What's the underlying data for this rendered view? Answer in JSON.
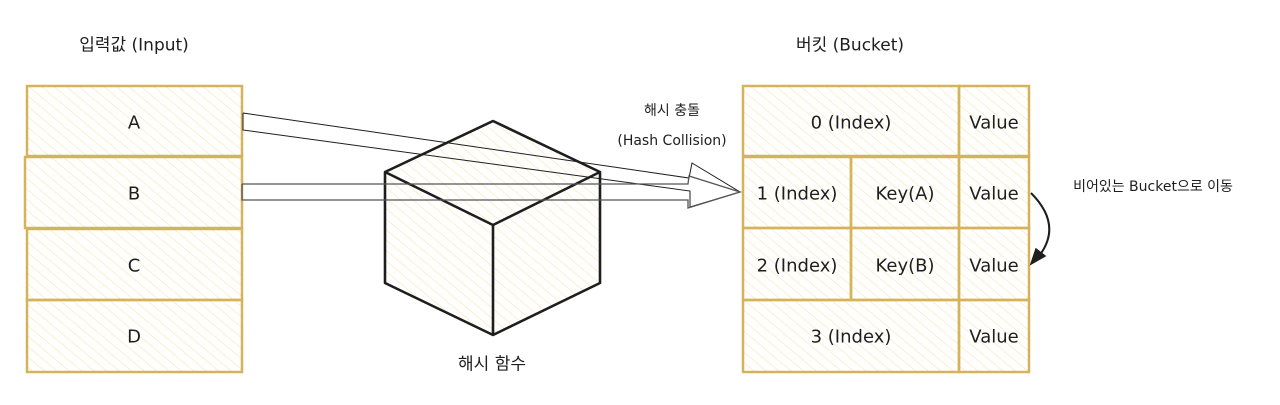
{
  "colors": {
    "cell_stroke": "#d4b35a",
    "cell_hatch": "#fbe8b8",
    "ink": "#1e1e1e",
    "arrow": "#555555"
  },
  "input": {
    "title": "입력값 (Input)",
    "items": [
      "A",
      "B",
      "C",
      "D"
    ]
  },
  "hash_function": {
    "label": "해시 함수",
    "icon": "cube-icon"
  },
  "collision": {
    "line1": "해시 충돌",
    "line2": "(Hash Collision)"
  },
  "bucket": {
    "title": "버킷 (Bucket)",
    "rows": [
      {
        "index": "0 (Index)",
        "key": "",
        "value": "Value"
      },
      {
        "index": "1 (Index)",
        "key": "Key(A)",
        "value": "Value"
      },
      {
        "index": "2 (Index)",
        "key": "Key(B)",
        "value": "Value"
      },
      {
        "index": "3 (Index)",
        "key": "",
        "value": "Value"
      }
    ]
  },
  "probe_note": "비어있는 Bucket으로 이동"
}
